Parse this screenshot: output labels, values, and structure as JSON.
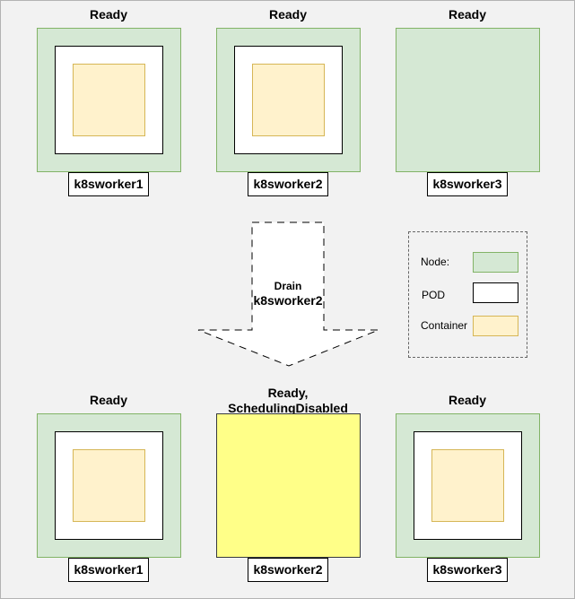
{
  "top_row": [
    {
      "status": "Ready",
      "node_name": "k8sworker1",
      "has_pod": true
    },
    {
      "status": "Ready",
      "node_name": "k8sworker2",
      "has_pod": true
    },
    {
      "status": "Ready",
      "node_name": "k8sworker3",
      "has_pod": false
    }
  ],
  "bottom_row": [
    {
      "status": "Ready",
      "node_name": "k8sworker1",
      "has_pod": true
    },
    {
      "status_line1": "Ready,",
      "status_line2": "SchedulingDisabled",
      "node_name": "k8sworker2",
      "has_pod": false
    },
    {
      "status": "Ready",
      "node_name": "k8sworker3",
      "has_pod": true
    }
  ],
  "drain_arrow": {
    "title": "Drain",
    "target": "k8sworker2"
  },
  "legend": {
    "node_label": "Node:",
    "pod_label": "POD",
    "container_label": "Container"
  },
  "colors": {
    "node_fill": "#d5e8d4",
    "node_border": "#82b366",
    "pod_fill": "#ffffff",
    "container_fill": "#fff2cc",
    "container_border": "#d6b656",
    "disabled_node_fill": "#ffff88"
  }
}
